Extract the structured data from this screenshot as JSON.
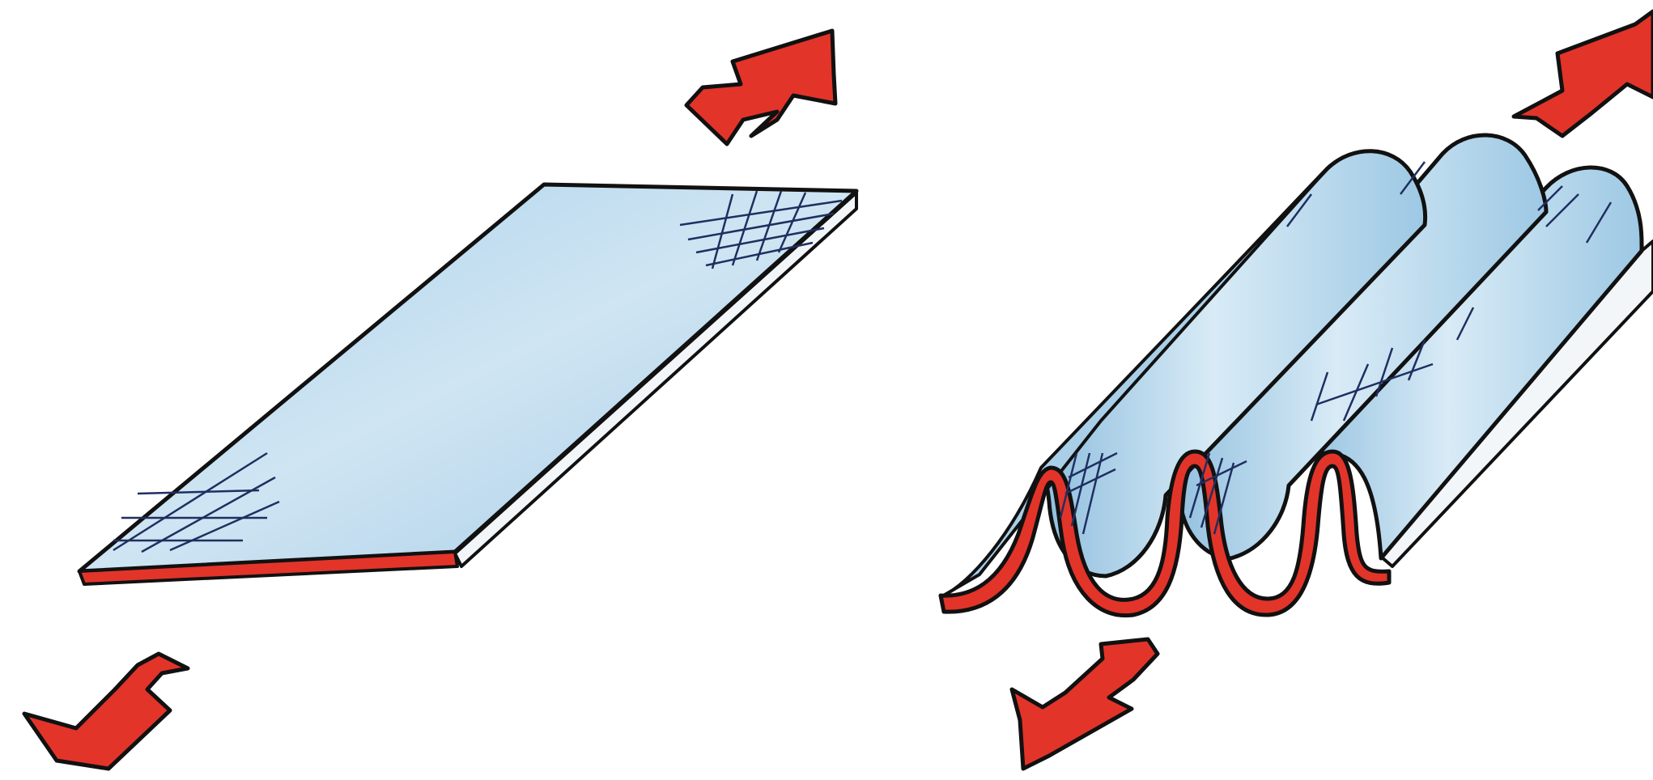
{
  "figure": {
    "panels": [
      {
        "name": "flat-sheet",
        "arrow_count": 2
      },
      {
        "name": "corrugated-sheet",
        "fold_count": 3,
        "arrow_count": 2
      }
    ],
    "colors": {
      "sheet_fill": "#bcd9ec",
      "sheet_shadow": "#8fbede",
      "edge_red": "#e3342a",
      "arrow_red": "#e3342a",
      "outline": "#111111",
      "side_light": "#f2f6f8"
    },
    "icons": {
      "arrow": "stretch-arrow-icon"
    }
  }
}
